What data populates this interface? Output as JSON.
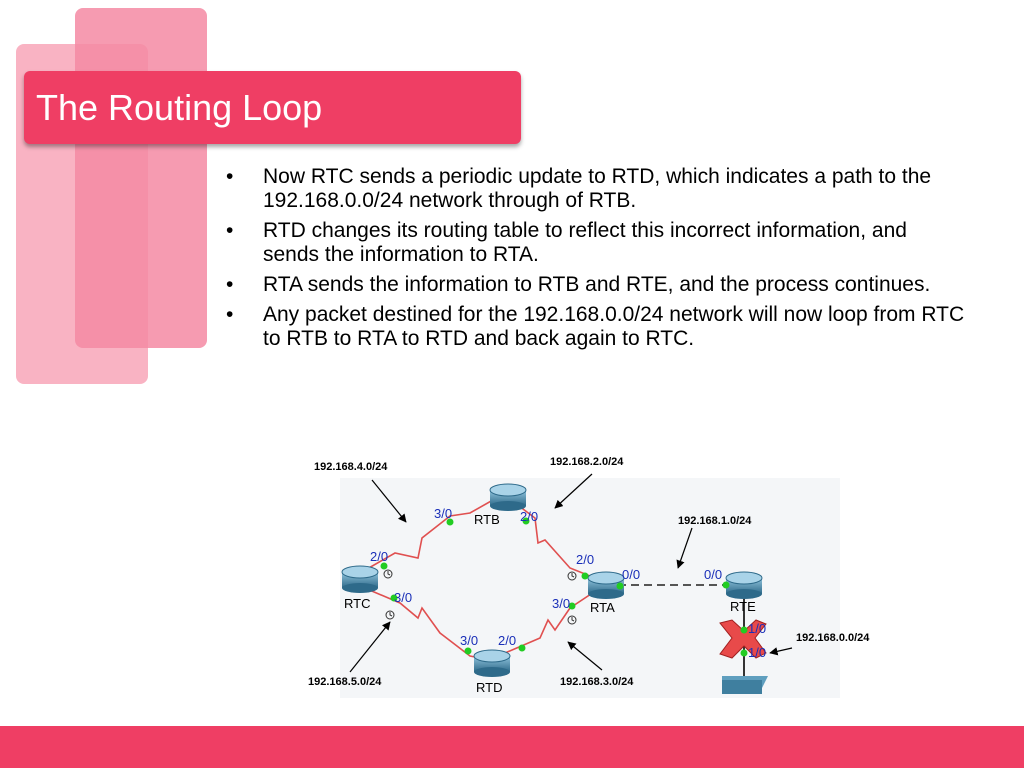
{
  "slide": {
    "title": "The Routing Loop",
    "accent_color": "#ef3e64",
    "bullets": [
      "Now RTC sends a periodic update to RTD, which indicates a path to the 192.168.0.0/24 network through of RTB.",
      "RTD changes its routing table to reflect this incorrect information, and sends the information to RTA.",
      "RTA sends the information to RTB and RTE, and the process continues.",
      "Any packet destined for the 192.168.0.0/24 network will now loop from RTC to RTB to RTA to RTD and back again to RTC."
    ],
    "bullet_glyph": "•"
  },
  "diagram": {
    "routers": {
      "rtb": "RTB",
      "rtc": "RTC",
      "rta": "RTA",
      "rtd": "RTD",
      "rte": "RTE"
    },
    "networks": {
      "n4": "192.168.4.0/24",
      "n2": "192.168.2.0/24",
      "n1": "192.168.1.0/24",
      "n0": "192.168.0.0/24",
      "n5": "192.168.5.0/24",
      "n3": "192.168.3.0/24"
    },
    "interfaces": {
      "rtb_30": "3/0",
      "rtb_20": "2/0",
      "rtc_20": "2/0",
      "rtc_30": "3/0",
      "rta_20": "2/0",
      "rta_00": "0/0",
      "rta_30": "3/0",
      "rte_00": "0/0",
      "rte_10a": "1/0",
      "rte_10b": "1/0",
      "rtd_30": "3/0",
      "rtd_20": "2/0"
    },
    "colors": {
      "serial_link": "#e05050",
      "ethernet_link": "#555555",
      "interface_dot": "#22cc22",
      "router_body": "#3f7f9f",
      "error_mark": "#e84a4a"
    }
  }
}
